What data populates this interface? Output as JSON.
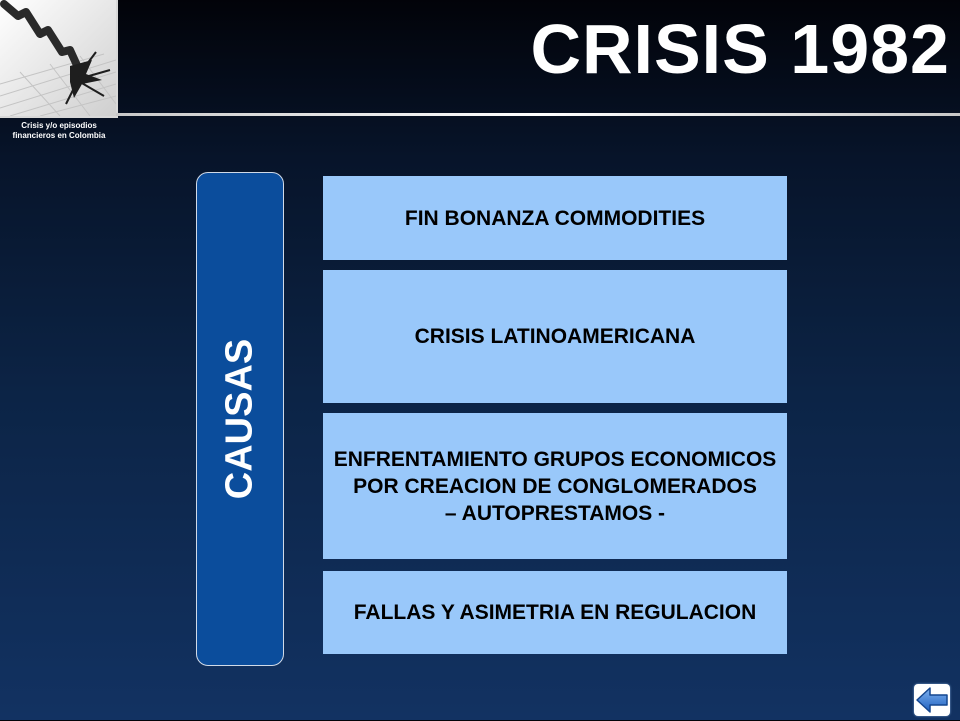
{
  "header": {
    "title": "CRISIS 1982",
    "logo_caption": "Crisis y/o episodios financieros en Colombia",
    "logo_icon": "falling-chart-crack-icon"
  },
  "diagram": {
    "category_label": "CAUSAS",
    "causes": [
      "FIN BONANZA COMMODITIES",
      "CRISIS LATINOAMERICANA",
      "ENFRENTAMIENTO GRUPOS ECONOMICOS POR CREACION DE CONGLOMERADOS\n – AUTOPRESTAMOS -",
      "FALLAS Y ASIMETRIA EN REGULACION"
    ]
  },
  "navigation": {
    "back_icon": "back-arrow-icon"
  },
  "colors": {
    "cause_box": "#99c8fa",
    "causas_bar": "#0b4d9c",
    "title_text": "#ffffff"
  }
}
